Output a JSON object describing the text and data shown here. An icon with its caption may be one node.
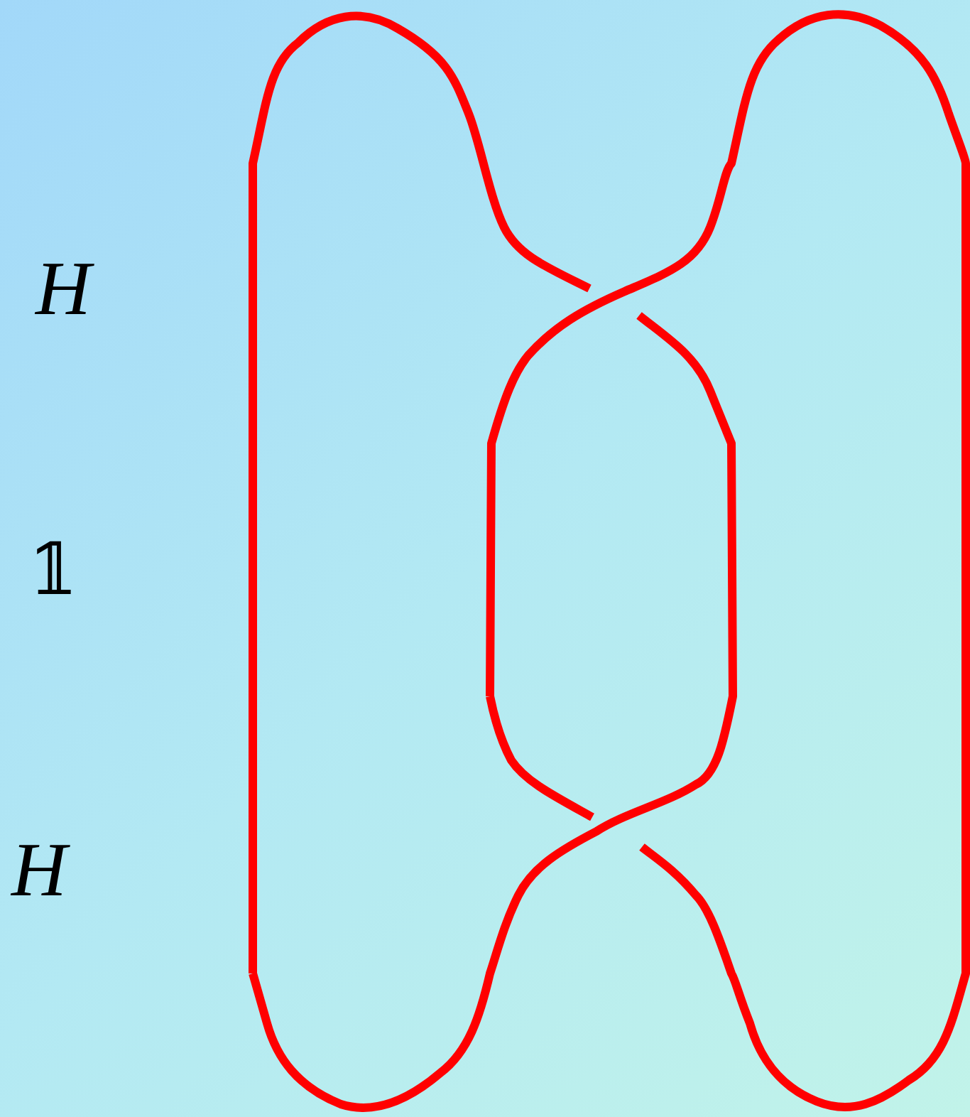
{
  "diagram": {
    "labels": [
      "H",
      "𝟙",
      "H"
    ]
  }
}
